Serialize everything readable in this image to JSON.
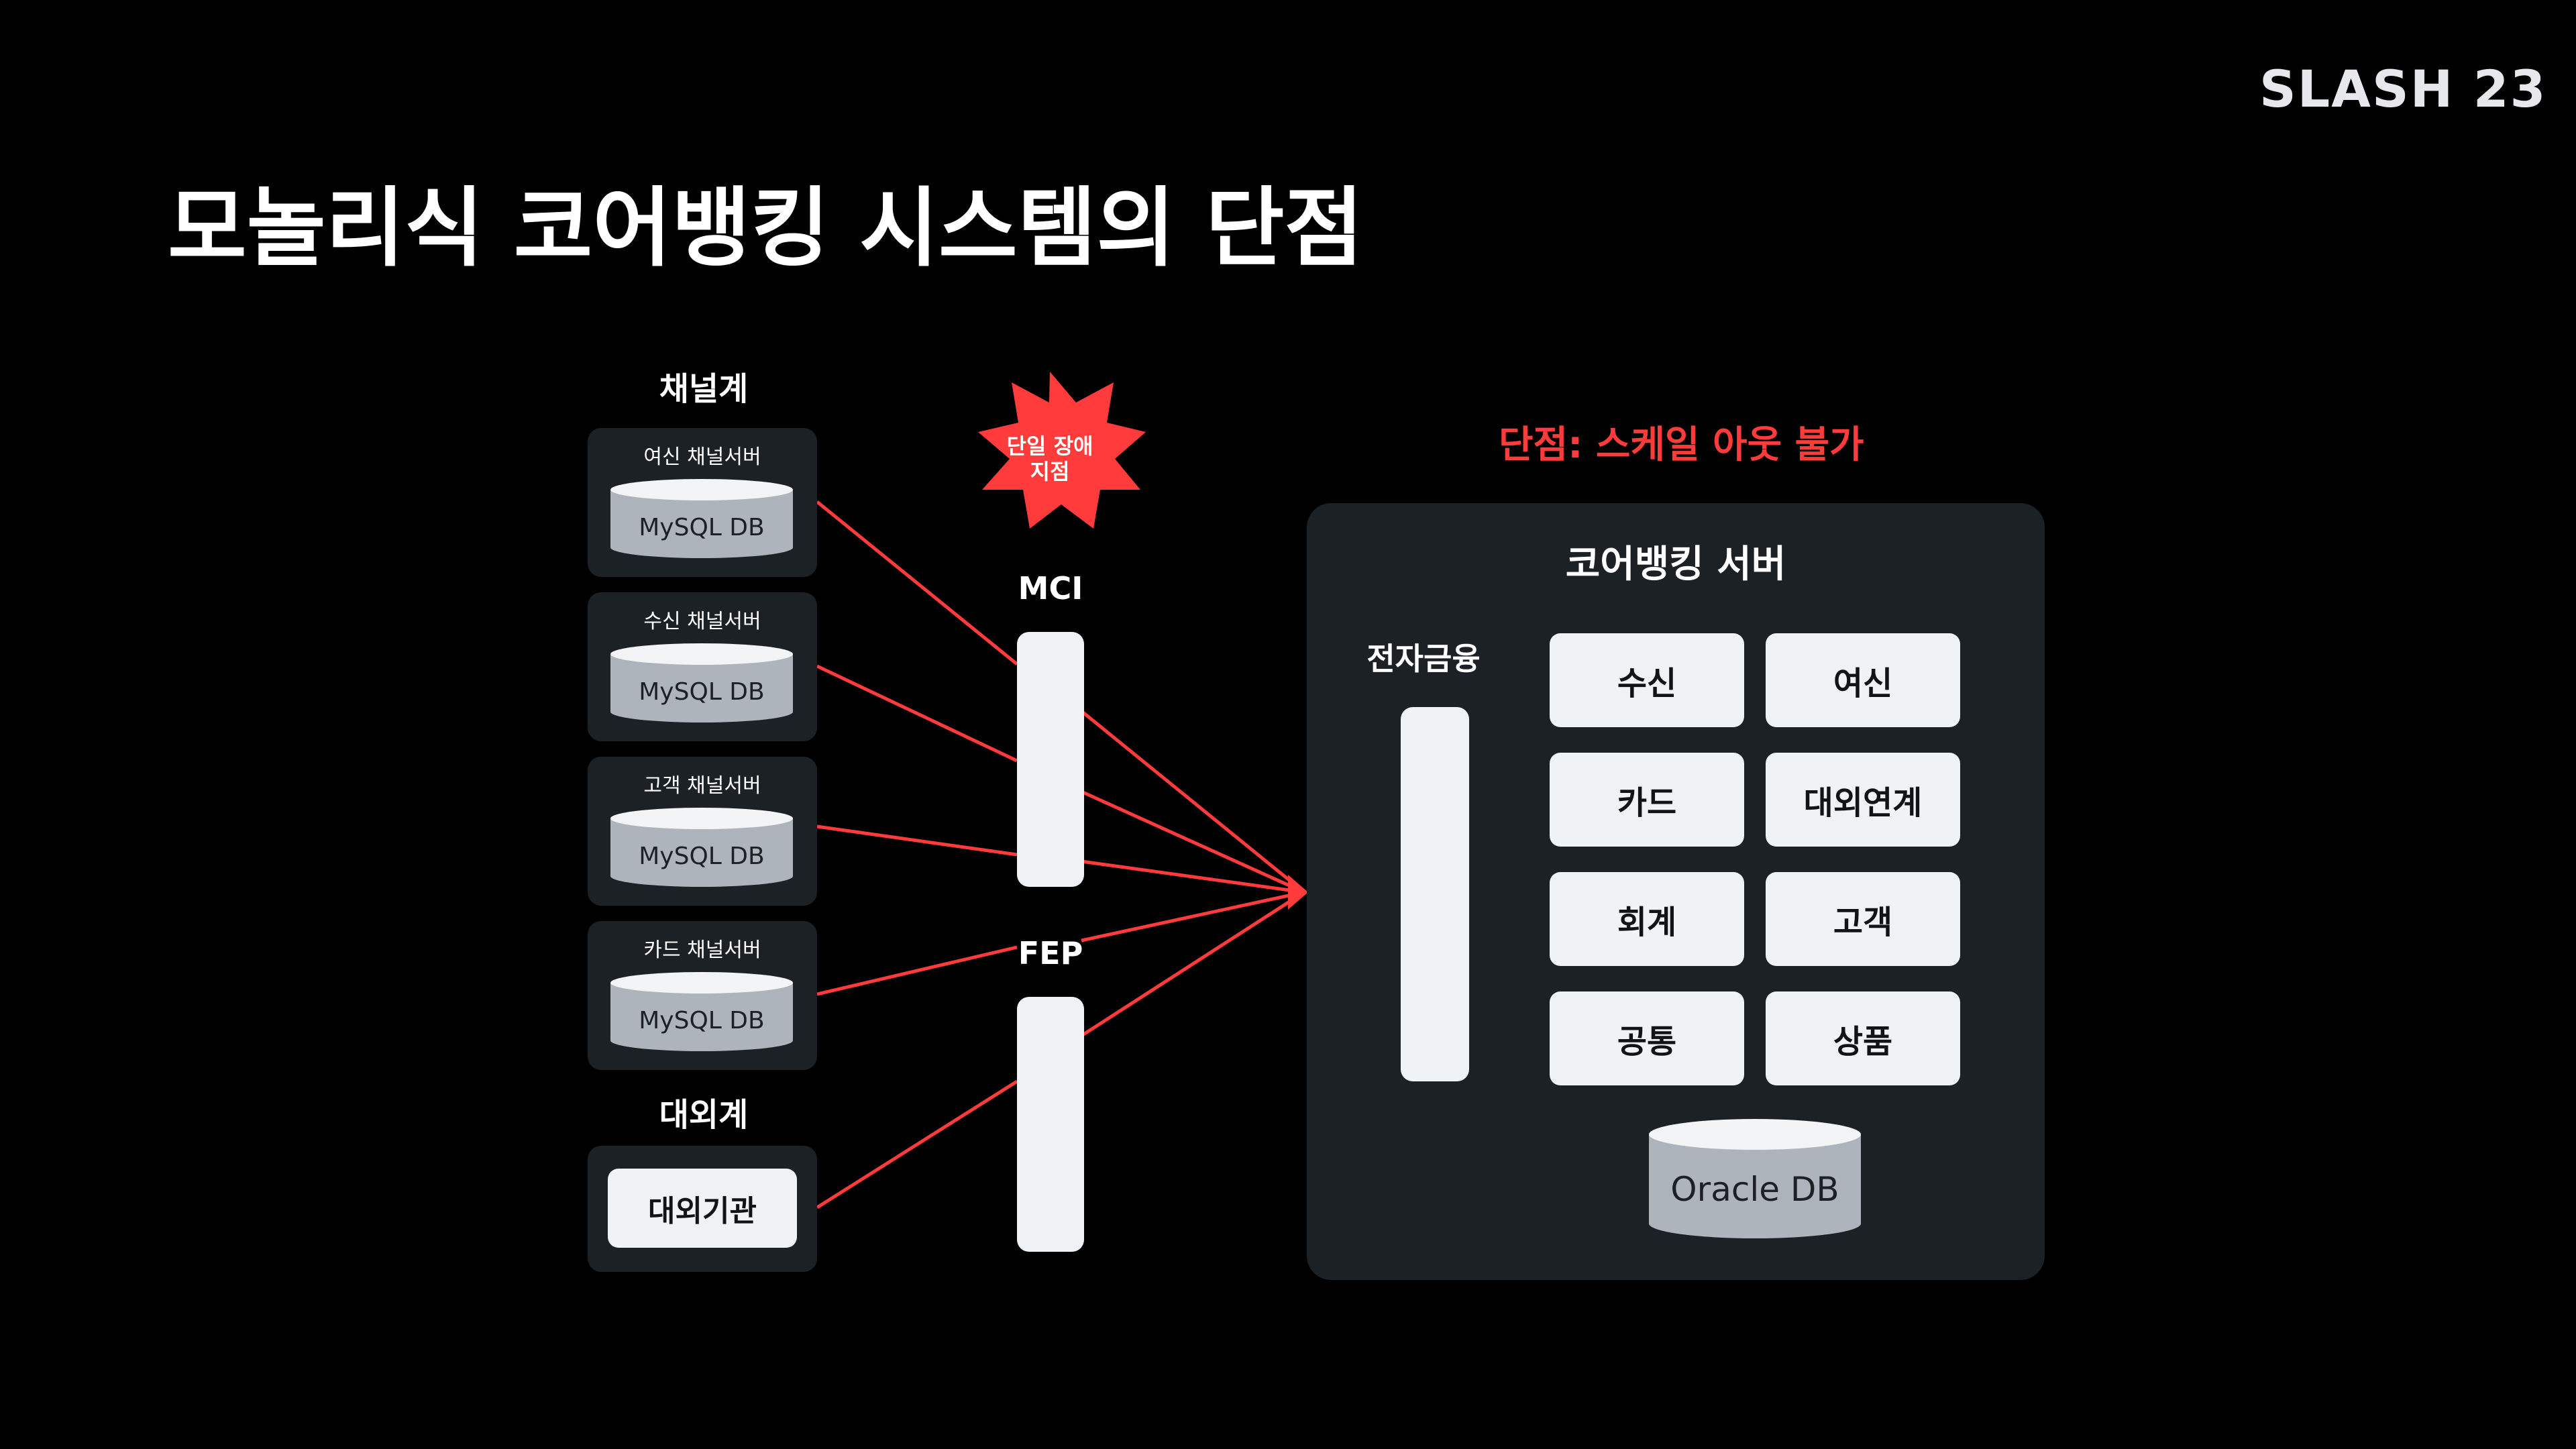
{
  "logo": "SLASH 23",
  "title": "모놀리식 코어뱅킹 시스템의 단점",
  "channel_group": {
    "label": "채널계",
    "servers": [
      {
        "name": "여신 채널서버",
        "db": "MySQL DB"
      },
      {
        "name": "수신 채널서버",
        "db": "MySQL DB"
      },
      {
        "name": "고객 채널서버",
        "db": "MySQL DB"
      },
      {
        "name": "카드 채널서버",
        "db": "MySQL DB"
      }
    ]
  },
  "external_group": {
    "label": "대외계",
    "institution": "대외기관"
  },
  "spof": {
    "label_line1": "단일 장애",
    "label_line2": "지점",
    "color": "#ff3b3b"
  },
  "middleware": {
    "mci": "MCI",
    "fep": "FEP"
  },
  "drawback": "단점: 스케일 아웃 불가",
  "core": {
    "title": "코어뱅킹 서버",
    "ebanking": "전자금융",
    "modules": [
      "수신",
      "여신",
      "카드",
      "대외연계",
      "회계",
      "고객",
      "공통",
      "상품"
    ],
    "db": "Oracle DB"
  },
  "colors": {
    "background": "#000000",
    "panel": "#1c2126",
    "accent_red": "#ff3b3b",
    "tile": "#f0f3f6"
  }
}
